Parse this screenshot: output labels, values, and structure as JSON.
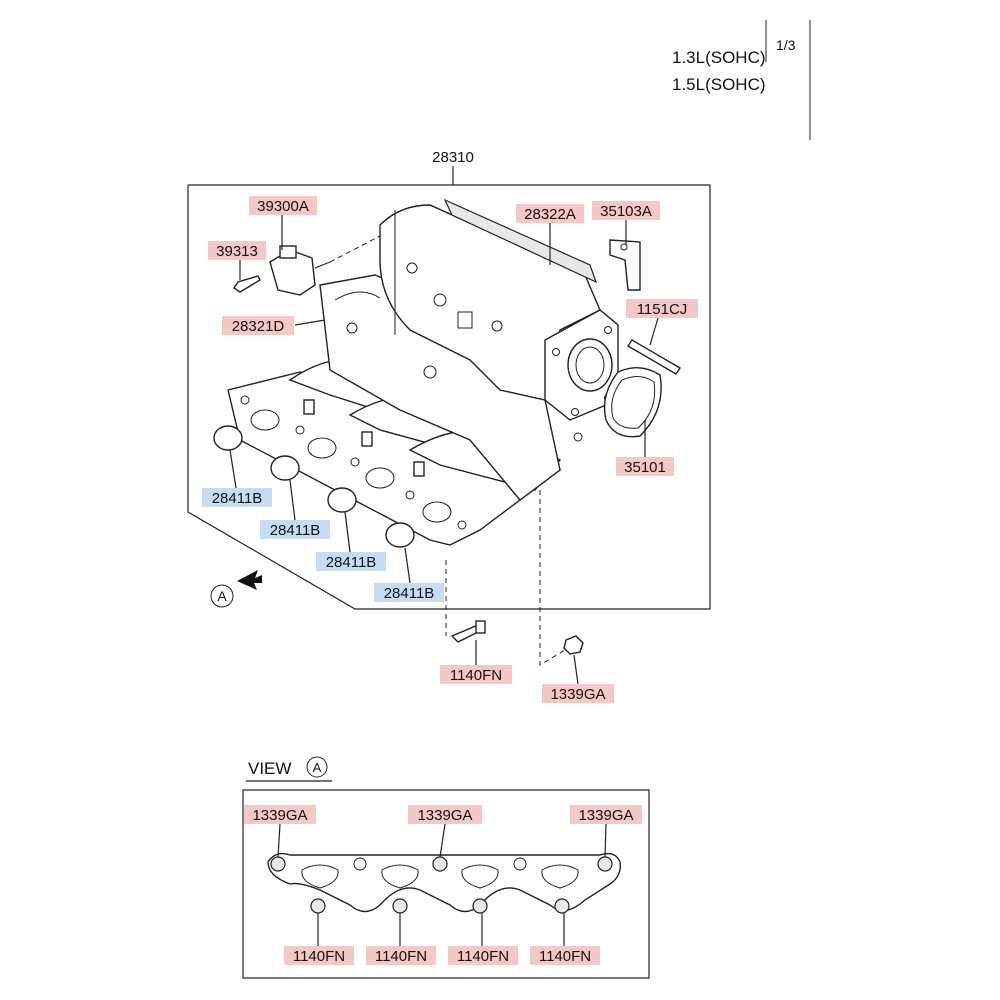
{
  "page": {
    "page_indicator": "1/3"
  },
  "engines": [
    "1.3L(SOHC)",
    "1.5L(SOHC)"
  ],
  "callouts": {
    "assembly": "28310",
    "sensor": "39300A",
    "bolt_small": "39313",
    "upper_manifold": "28322A",
    "bracket": "35103A",
    "lower_manifold": "28321D",
    "stud": "1151CJ",
    "throttle_gasket": "35101",
    "port_gasket_1": "28411B",
    "port_gasket_2": "28411B",
    "port_gasket_3": "28411B",
    "port_gasket_4": "28411B",
    "bolt": "1140FN",
    "nut": "1339GA"
  },
  "view_a": {
    "marker": "A",
    "title": "VIEW",
    "top_labels": [
      "1339GA",
      "1339GA",
      "1339GA"
    ],
    "bottom_labels": [
      "1140FN",
      "1140FN",
      "1140FN",
      "1140FN"
    ]
  },
  "colors": {
    "part_number_highlight": "#f4c9c5",
    "gasket_highlight": "#c6dcf3"
  }
}
